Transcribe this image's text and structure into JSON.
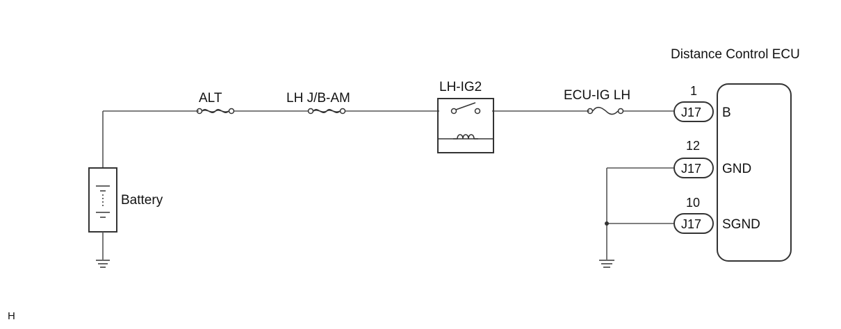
{
  "title": "Distance Control ECU",
  "fuses": {
    "alt": "ALT",
    "lh_jb_am": "LH J/B-AM",
    "ecu_ig_lh": "ECU-IG LH"
  },
  "relay": {
    "label": "LH-IG2"
  },
  "battery": {
    "label": "Battery"
  },
  "connectors": [
    {
      "pin_number": "1",
      "connector": "J17",
      "terminal": "B"
    },
    {
      "pin_number": "12",
      "connector": "J17",
      "terminal": "GND"
    },
    {
      "pin_number": "10",
      "connector": "J17",
      "terminal": "SGND"
    }
  ],
  "corner_mark": "H",
  "colors": {
    "line": "#333333",
    "wire": "#555555",
    "text": "#111111",
    "background": "#ffffff"
  }
}
